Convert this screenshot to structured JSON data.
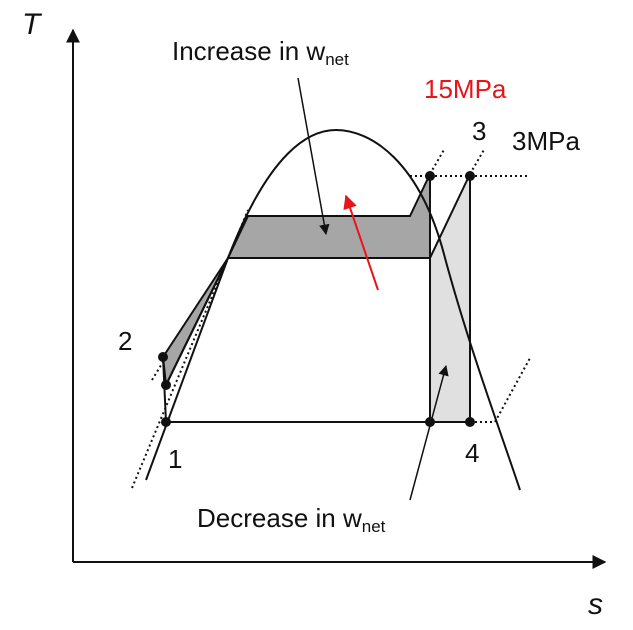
{
  "axes": {
    "y_label": "T",
    "x_label": "s"
  },
  "pressures": {
    "high": "15MPa",
    "low": "3MPa"
  },
  "points": [
    "1",
    "2",
    "3",
    "4"
  ],
  "annotations": {
    "increase": {
      "text": "Increase in w",
      "sub": "net"
    },
    "decrease": {
      "text": "Decrease in w",
      "sub": "net"
    }
  },
  "colors": {
    "line": "#111111",
    "high_pressure": "#e8141c",
    "gain_area": "#a6a6a6",
    "loss_area": "#e0e0e0"
  }
}
